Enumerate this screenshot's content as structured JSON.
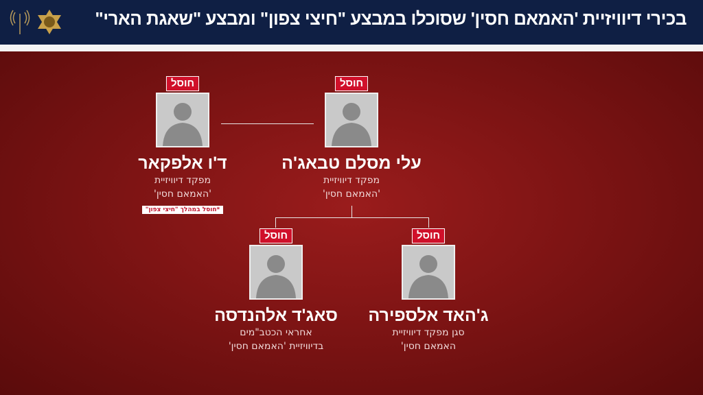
{
  "header": {
    "title": "בכירי דיוויזיית 'האמאם חסין' שסוכלו במבצע \"חיצי צפון\" ומבצע \"שאגת הארי\"",
    "logos": [
      "idf-emblem",
      "intelligence-emblem"
    ]
  },
  "colors": {
    "header": "#0f1f44",
    "background": "#7e1414",
    "badge": "#d0102a"
  },
  "people": [
    {
      "badge": "חוסל",
      "name": "עלי מסלם טבאג'ה",
      "role_line1": "מפקד דיוויזיית",
      "role_line2": "'האמאם חסין'"
    },
    {
      "badge": "חוסל",
      "name": "ד'ו אלפקאר",
      "role_line1": "מפקד דיוויזיית",
      "role_line2": "'האמאם חסין'",
      "note": "*חוסל במהלך \"חיצי צפון\""
    },
    {
      "badge": "חוסל",
      "name": "ג'האד אלספירה",
      "role_line1": "סגן מפקד דיוויזיית",
      "role_line2": "האמאם חסין'"
    },
    {
      "badge": "חוסל",
      "name": "סאג'ד אלהנדסה",
      "role_line1": "אחראי הכטב\"מים",
      "role_line2": "בדיוויזיית 'האמאם חסין'"
    }
  ]
}
